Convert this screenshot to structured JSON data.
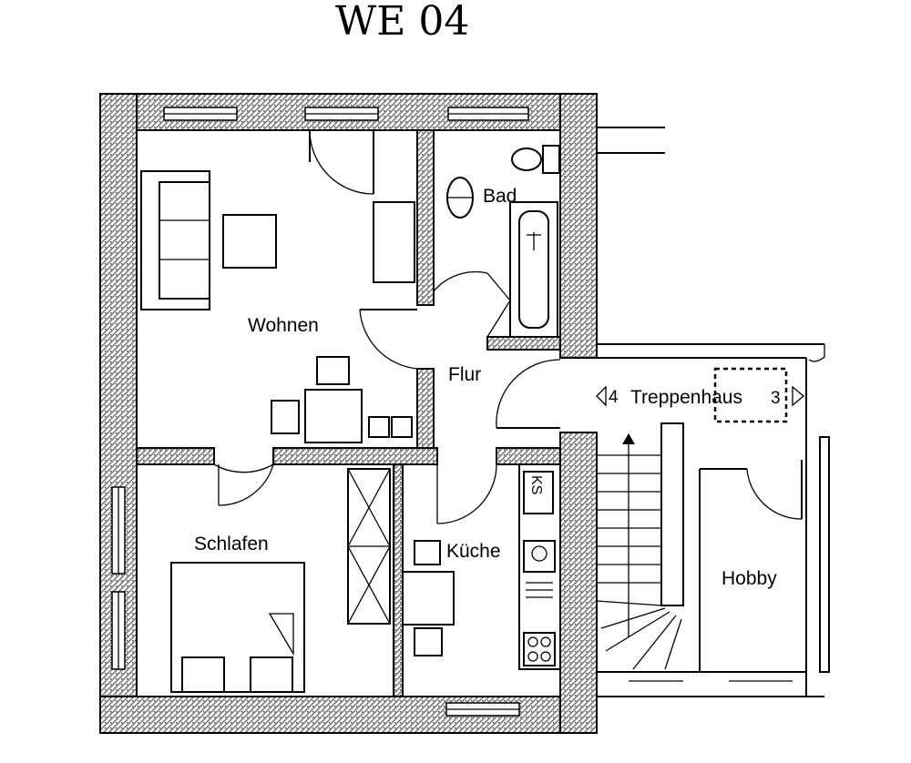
{
  "title": "WE 04",
  "rooms": {
    "wohnen": "Wohnen",
    "bad": "Bad",
    "flur": "Flur",
    "schlafen": "Schlafen",
    "kueche": "Küche",
    "hobby": "Hobby",
    "treppenhaus": "Treppenhaus",
    "treppenhaus_left_number": "4",
    "treppenhaus_right_number": "3"
  },
  "labels": {
    "ks": "KS"
  },
  "colors": {
    "ink": "#000000",
    "background": "#ffffff",
    "wall_hatch": "#8a8a8a"
  }
}
